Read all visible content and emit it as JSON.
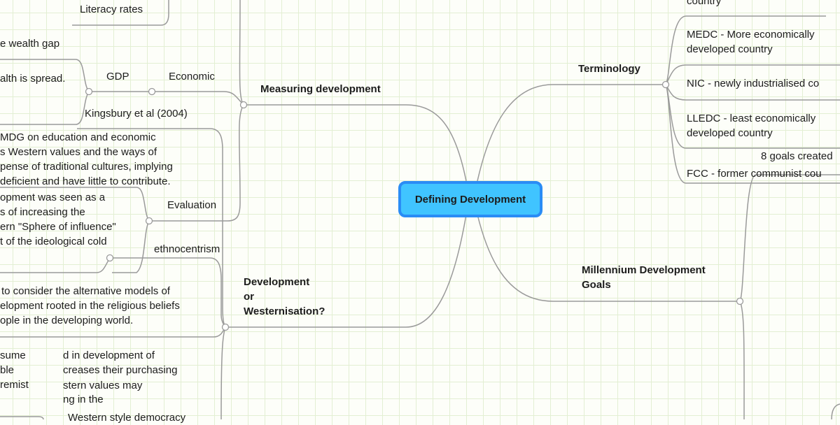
{
  "root": {
    "label": "Defining Development",
    "fill": "#40c4ff",
    "border": "#2a8cf5"
  },
  "branches": {
    "measuring": {
      "label": "Measuring development",
      "children": {
        "literacy": "Literacy rates",
        "economic": "Economic",
        "gdp": "GDP",
        "gdp_children": [
          "e wealth gap",
          "alth is spread."
        ],
        "evaluation": "Evaluation"
      }
    },
    "westernisation": {
      "label_lines": [
        "Development",
        "or",
        "Westernisation?"
      ],
      "children": {
        "kingsbury": "Kingsbury et al (2004)",
        "ethnocentrism": "ethnocentrism",
        "western_democracy": "Western style democracy"
      },
      "overlap_text_a": [
        "d in development of",
        "creases their purchasing"
      ],
      "overlap_text_b": [
        "MDG on education and economic",
        "s Western values and the ways of",
        "pense of traditional cultures, implying",
        "deficient and have little to contribute."
      ],
      "overlap_text_c": [
        "opment was seen as a",
        "s of increasing the",
        "ern \"Sphere of influence\"",
        "t of the ideological cold"
      ],
      "overlap_text_d": [
        "stern values may",
        "ng in the"
      ],
      "alt_models": [
        "to consider the alternative models of",
        "elopment rooted in the religious beliefs",
        "ople in the developing world."
      ],
      "fragment": [
        "sume",
        "ble",
        "remist"
      ]
    },
    "terminology": {
      "label": "Terminology",
      "items": [
        [
          "country"
        ],
        [
          "MEDC - More economically",
          "developed country"
        ],
        [
          "NIC - newly industrialised co"
        ],
        [
          "LLEDC - least economically",
          "developed country"
        ],
        [
          "FCC - former communist cou"
        ]
      ]
    },
    "mdg": {
      "label_lines": [
        "Millennium Development",
        "Goals"
      ],
      "children": {
        "goals": "8 goals created"
      }
    }
  },
  "colors": {
    "line": "#9a9a9a",
    "grid": "#e3efd3"
  }
}
